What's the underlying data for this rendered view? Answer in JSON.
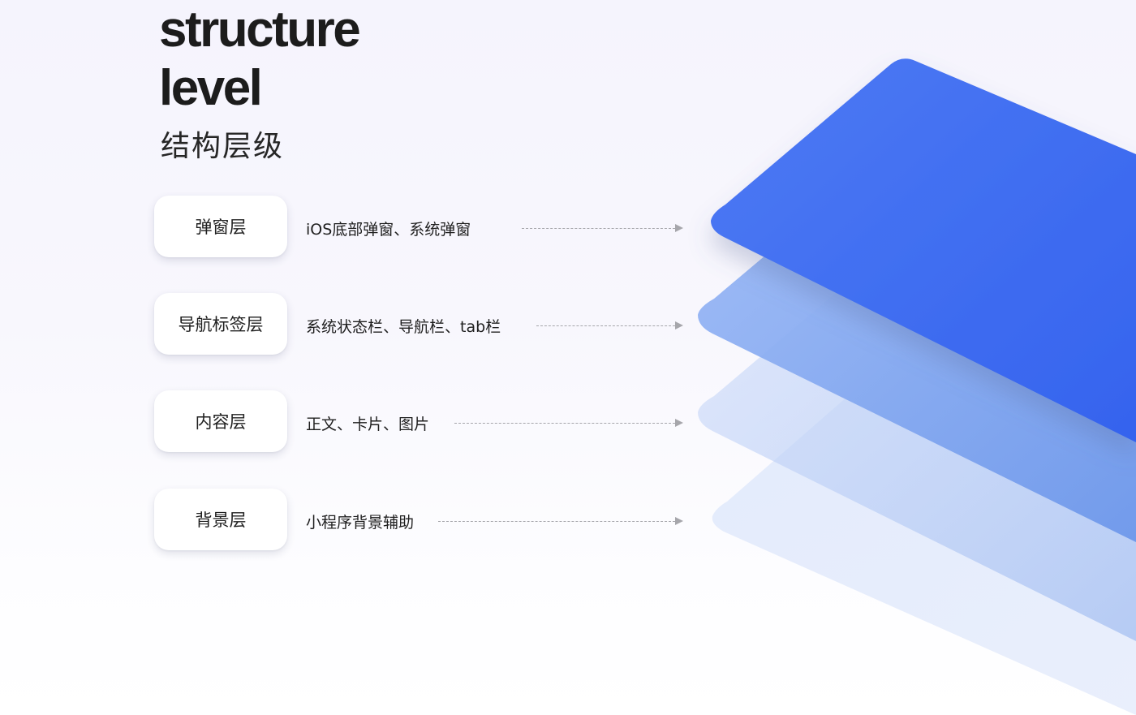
{
  "title": {
    "en_line1": "structure",
    "en_line2": "level",
    "zh": "结构层级"
  },
  "layers": [
    {
      "label": "弹窗层",
      "description": "iOS底部弹窗、系统弹窗"
    },
    {
      "label": "导航标签层",
      "description": "系统状态栏、导航栏、tab栏"
    },
    {
      "label": "内容层",
      "description": "正文、卡片、图片"
    },
    {
      "label": "背景层",
      "description": "小程序背景辅助"
    }
  ],
  "colors": {
    "accent": "#3a67ef",
    "accent_light": "#8fb0f3",
    "arrow": "#a6a6ab"
  }
}
